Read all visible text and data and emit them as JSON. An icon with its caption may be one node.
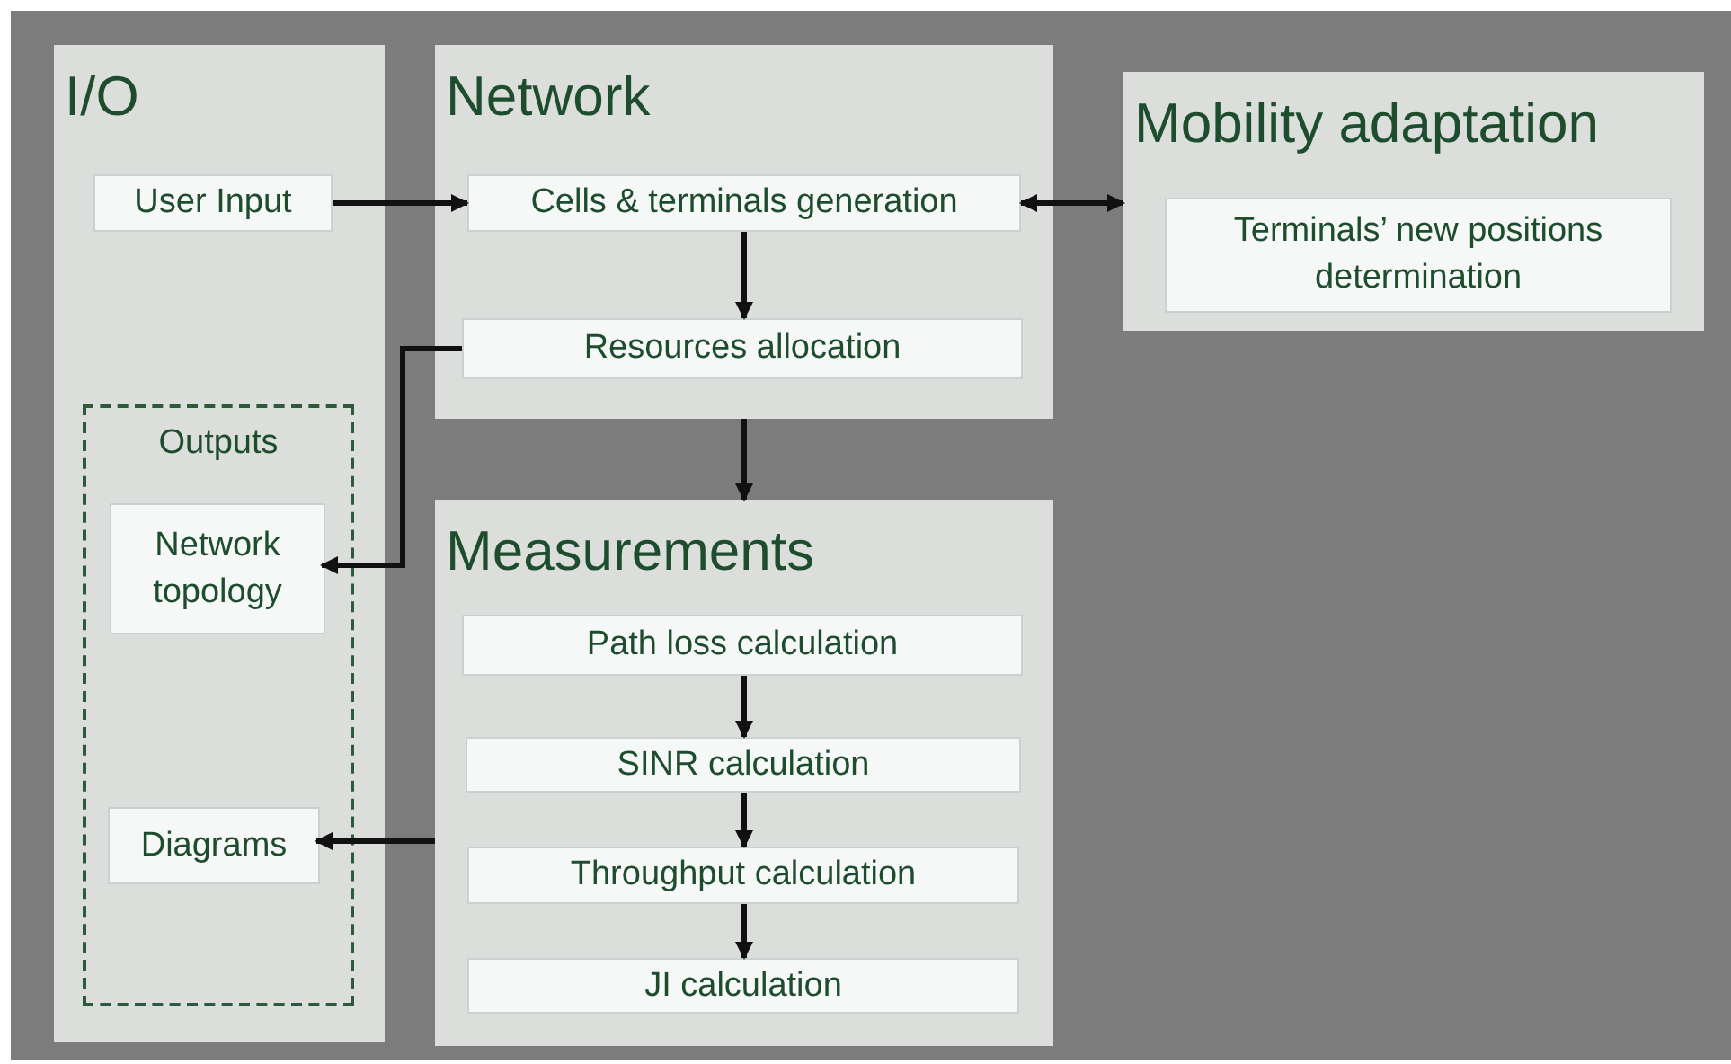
{
  "diagram": {
    "nodes": [
      {
        "text": [
          "I/O"
        ]
      },
      {
        "text": [
          "User Input"
        ],
        "in": 0
      },
      {
        "text": [
          "Outputs"
        ],
        "in": 0
      },
      {
        "text": [
          "Network topology"
        ],
        "in": 2
      },
      {
        "text": [
          "Diagrams"
        ],
        "in": 2
      },
      {
        "text": [
          "Network"
        ]
      },
      {
        "text": [
          "Cells & terminals generation"
        ],
        "in": 5
      },
      {
        "text": [
          "Resources allocation"
        ],
        "in": 5
      },
      {
        "text": [
          "Mobility adaptation"
        ]
      },
      {
        "text": [
          "Terminals’ new positions determination"
        ],
        "in": 8
      },
      {
        "text": [
          "Measurements"
        ]
      },
      {
        "text": [
          "Path loss calculation"
        ],
        "in": 10
      },
      {
        "text": [
          "SINR calculation"
        ],
        "in": 10
      },
      {
        "text": [
          "Throughput calculation"
        ],
        "in": 10
      },
      {
        "text": [
          "JI calculation"
        ],
        "in": 10
      }
    ],
    "edges": [
      {
        "from": 1,
        "to": 6,
        "arrow": "to"
      },
      {
        "from": 6,
        "to": 8,
        "arrow": "both"
      },
      {
        "from": 6,
        "to": 7,
        "arrow": "to"
      },
      {
        "from": 7,
        "to": 3,
        "arrow": "to"
      },
      {
        "from": 5,
        "to": 10,
        "arrow": "to"
      },
      {
        "from": 10,
        "to": 4,
        "arrow": "to"
      },
      {
        "from": 11,
        "to": 12,
        "arrow": "to"
      },
      {
        "from": 12,
        "to": 13,
        "arrow": "to"
      },
      {
        "from": 13,
        "to": 14,
        "arrow": "to"
      }
    ]
  }
}
